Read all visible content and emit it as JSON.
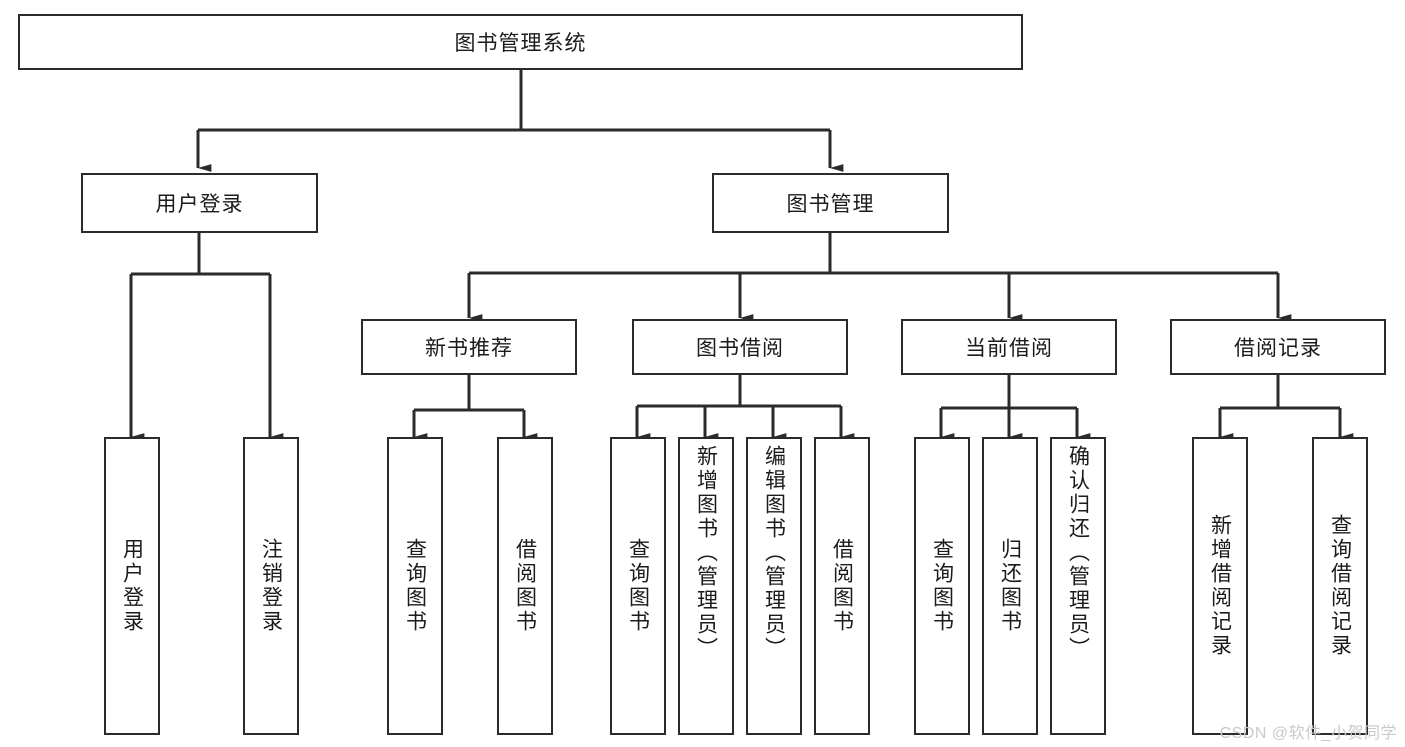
{
  "diagram": {
    "title": "图书管理系统",
    "type": "tree",
    "watermark": "CSDN @软件_小贺同学",
    "colors": {
      "background": "#ffffff",
      "stroke": "#2b2b2b",
      "text": "#1b1b1b",
      "watermark": "#c9c9c9"
    },
    "levels": {
      "root": {
        "label": "图书管理系统"
      },
      "level2": [
        {
          "label": "用户登录"
        },
        {
          "label": "图书管理"
        }
      ],
      "level3": [
        {
          "label": "新书推荐"
        },
        {
          "label": "图书借阅"
        },
        {
          "label": "当前借阅"
        },
        {
          "label": "借阅记录"
        }
      ],
      "leaves_user_login": [
        {
          "label": "用户登录"
        },
        {
          "label": "注销登录"
        }
      ],
      "leaves_new_books": [
        {
          "label": "查询图书"
        },
        {
          "label": "借阅图书"
        }
      ],
      "leaves_borrow": [
        {
          "label": "查询图书"
        },
        {
          "label": "新增图书（管理员）"
        },
        {
          "label": "编辑图书（管理员）"
        },
        {
          "label": "借阅图书"
        }
      ],
      "leaves_current": [
        {
          "label": "查询图书"
        },
        {
          "label": "归还图书"
        },
        {
          "label": "确认归还（管理员）"
        }
      ],
      "leaves_records": [
        {
          "label": "新增借阅记录"
        },
        {
          "label": "查询借阅记录"
        }
      ]
    }
  }
}
